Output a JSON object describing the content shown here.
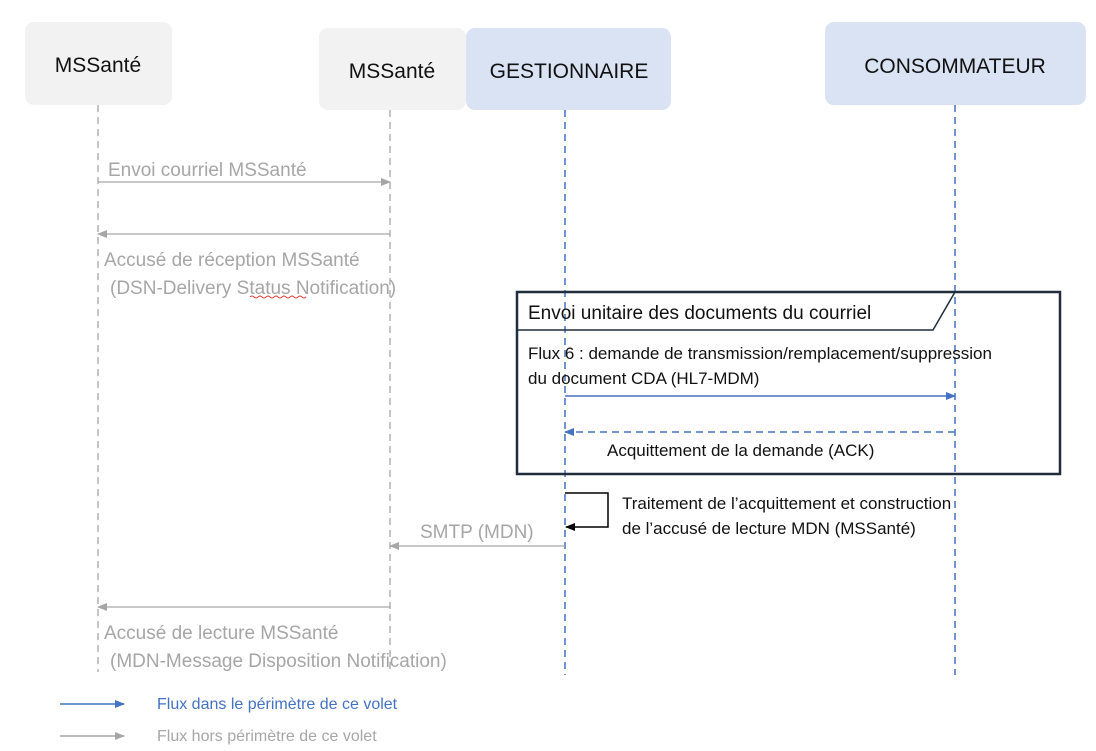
{
  "actors": [
    {
      "name": "MSSanté"
    },
    {
      "name": "MSSanté"
    },
    {
      "name": "GESTIONNAIRE"
    },
    {
      "name": "CONSOMMATEUR"
    }
  ],
  "messages": {
    "envoi": "Envoi courriel MSSanté",
    "accuse_reception": [
      "Accusé de réception MSSanté",
      "(DSN-Delivery Status Notification)"
    ],
    "frame_title": "Envoi unitaire des documents du courriel",
    "flux6": [
      "Flux 6 : demande de transmission/remplacement/suppression",
      "du document CDA (HL7-MDM)"
    ],
    "ack": "Acquittement de la demande (ACK)",
    "traitement": [
      "Traitement de l’acquittement et construction",
      "de l’accusé de lecture MDN (MSSanté)"
    ],
    "smtp": "SMTP (MDN)",
    "accuse_lecture": [
      "Accusé de lecture MSSanté",
      "(MDN-Message Disposition Notification)"
    ]
  },
  "legend": {
    "in_scope": "Flux dans le périmètre de ce volet",
    "out_scope": "Flux hors périmètre de ce volet"
  },
  "colors": {
    "blue": "#4472c4",
    "gray": "#a6a6a6",
    "actor_gray_bg": "#f2f2f2",
    "actor_blue_bg": "#dae3f3",
    "frame_border": "#1f2d3d"
  }
}
